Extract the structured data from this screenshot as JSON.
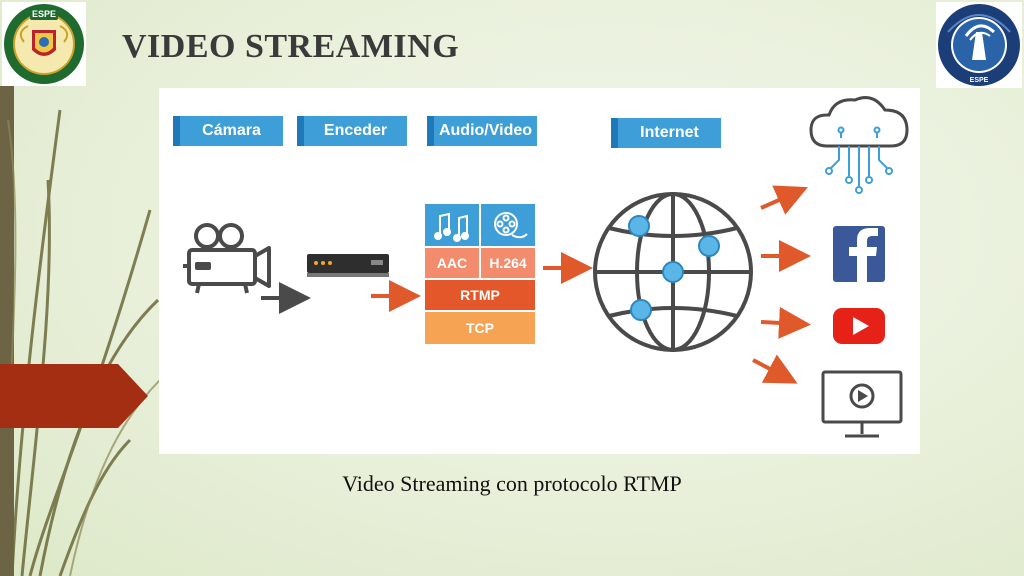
{
  "slide": {
    "title": "VIDEO STREAMING",
    "caption": "Video Streaming con protocolo RTMP"
  },
  "logos": {
    "left": {
      "name": "espe-university-seal",
      "text": "ESPE"
    },
    "right": {
      "name": "telecom-engineering-logo",
      "text": "ESPE"
    }
  },
  "diagram": {
    "stage_labels": [
      "Cámara",
      "Enceder",
      "Audio/Video",
      "Internet"
    ],
    "codec_audio": "AAC",
    "codec_video": "H.264",
    "protocol_stack": [
      "RTMP",
      "TCP"
    ],
    "destinations": [
      "cloud-icon",
      "facebook-icon",
      "youtube-icon",
      "monitor-play-icon"
    ],
    "colors": {
      "label_blue": "#3e9fd8",
      "arrow_orange": "#e0592a",
      "rtmp_red": "#e4572a",
      "tcp_orange": "#f6a354",
      "codec_salmon": "#f28c6c",
      "icon_gray": "#4a4a4a",
      "node_blue": "#5bb6e8",
      "facebook": "#3b5998",
      "youtube": "#e62117",
      "side_tab": "#a42e12"
    }
  }
}
